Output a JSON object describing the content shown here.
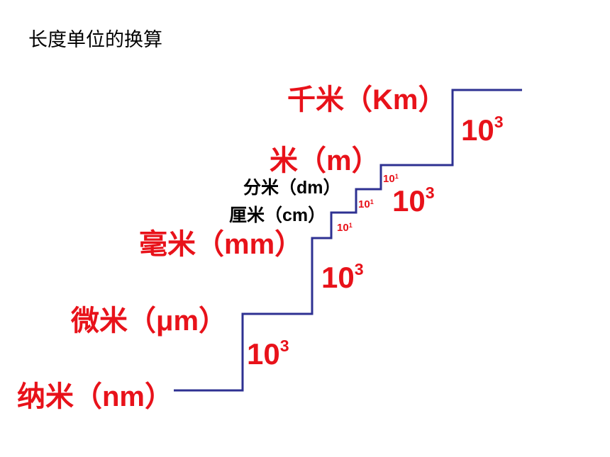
{
  "title": "长度单位的换算",
  "units": {
    "km": "千米（Km）",
    "m": "米（m）",
    "dm": "分米（dm）",
    "cm": "厘米（cm）",
    "mm": "毫米（mm）",
    "um": "微米（μm）",
    "nm": "纳米（nm）"
  },
  "factors": {
    "nm_um": {
      "base": "10",
      "exp": "3"
    },
    "um_mm": {
      "base": "10",
      "exp": "3"
    },
    "mm_cm": {
      "base": "10",
      "exp": "1"
    },
    "cm_dm": {
      "base": "10",
      "exp": "1"
    },
    "dm_m": {
      "base": "10",
      "exp": "1"
    },
    "mm_m": {
      "base": "10",
      "exp": "3"
    },
    "m_km": {
      "base": "10",
      "exp": "3"
    }
  },
  "colors": {
    "unit_text": "#e8121a",
    "stairs": "#2e3192",
    "small_unit_text": "#000000"
  }
}
